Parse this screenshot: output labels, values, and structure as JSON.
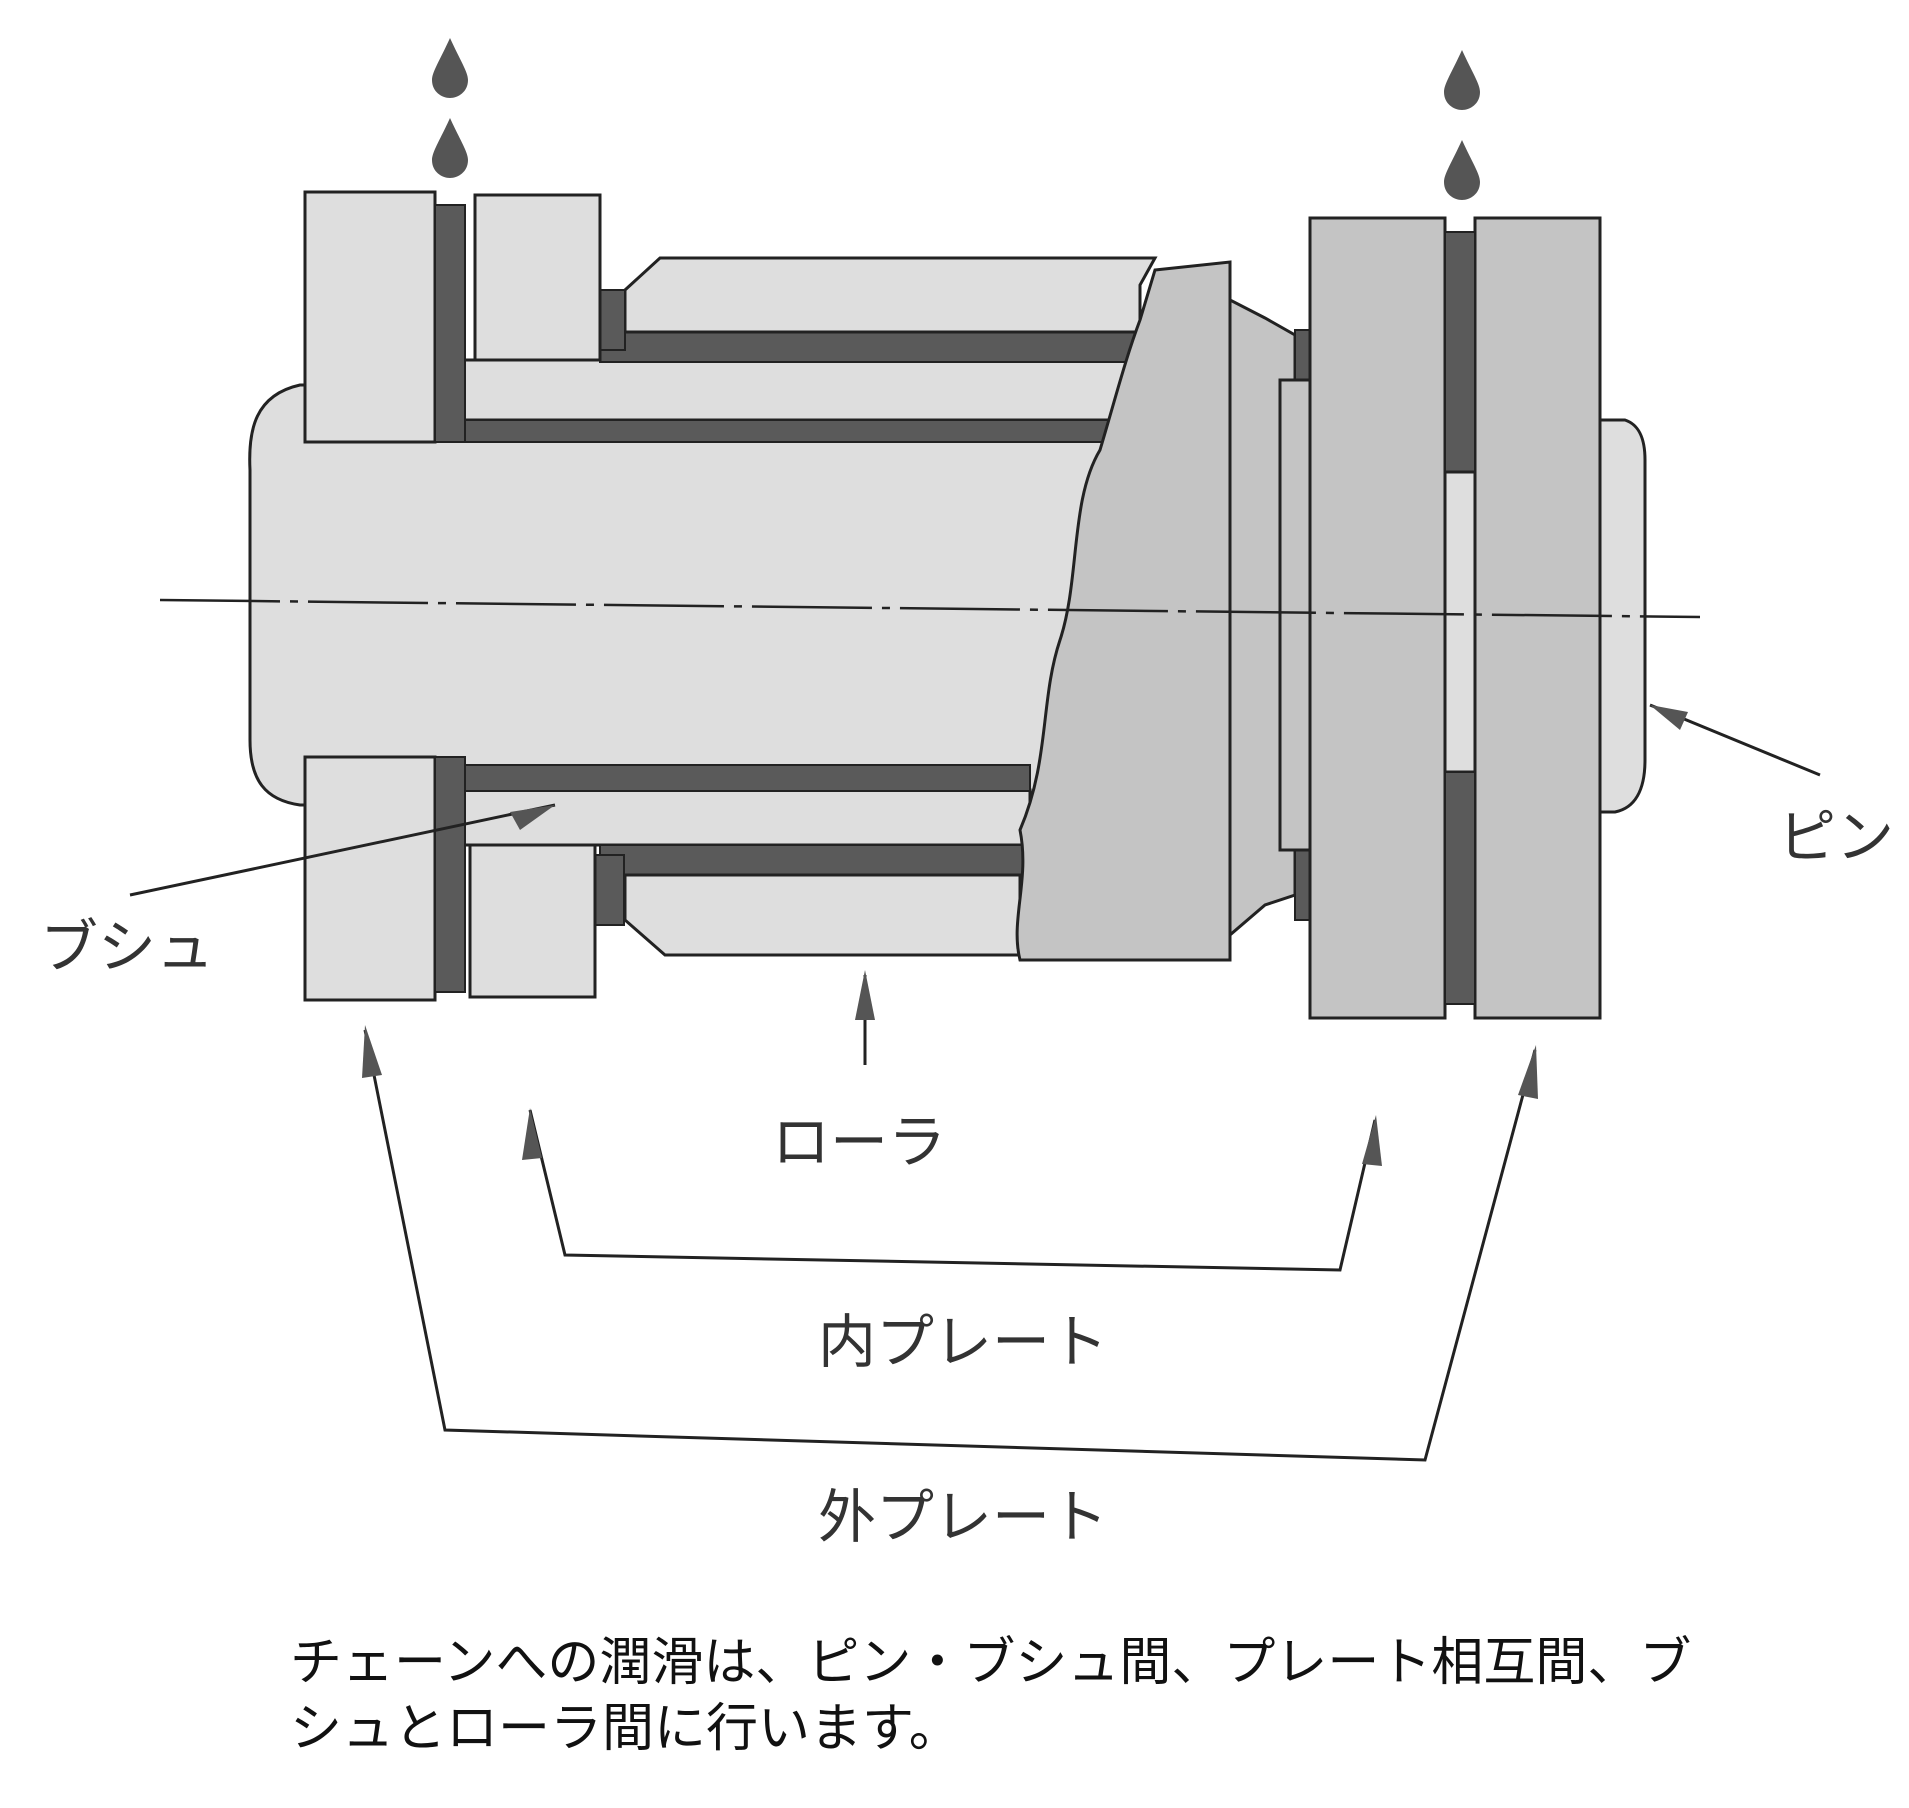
{
  "labels": {
    "bush": "ブシュ",
    "pin": "ピン",
    "roller": "ローラ",
    "inner_plate": "内プレート",
    "outer_plate": "外プレート"
  },
  "caption": "チェーンへの潤滑は、ピン・ブシュ間、プレート相互間、ブシュとローラ間に行います。",
  "colors": {
    "light_part": "#dedede",
    "mid_part": "#c4c4c4",
    "gap": "#5a5a5a",
    "line": "#222222"
  }
}
